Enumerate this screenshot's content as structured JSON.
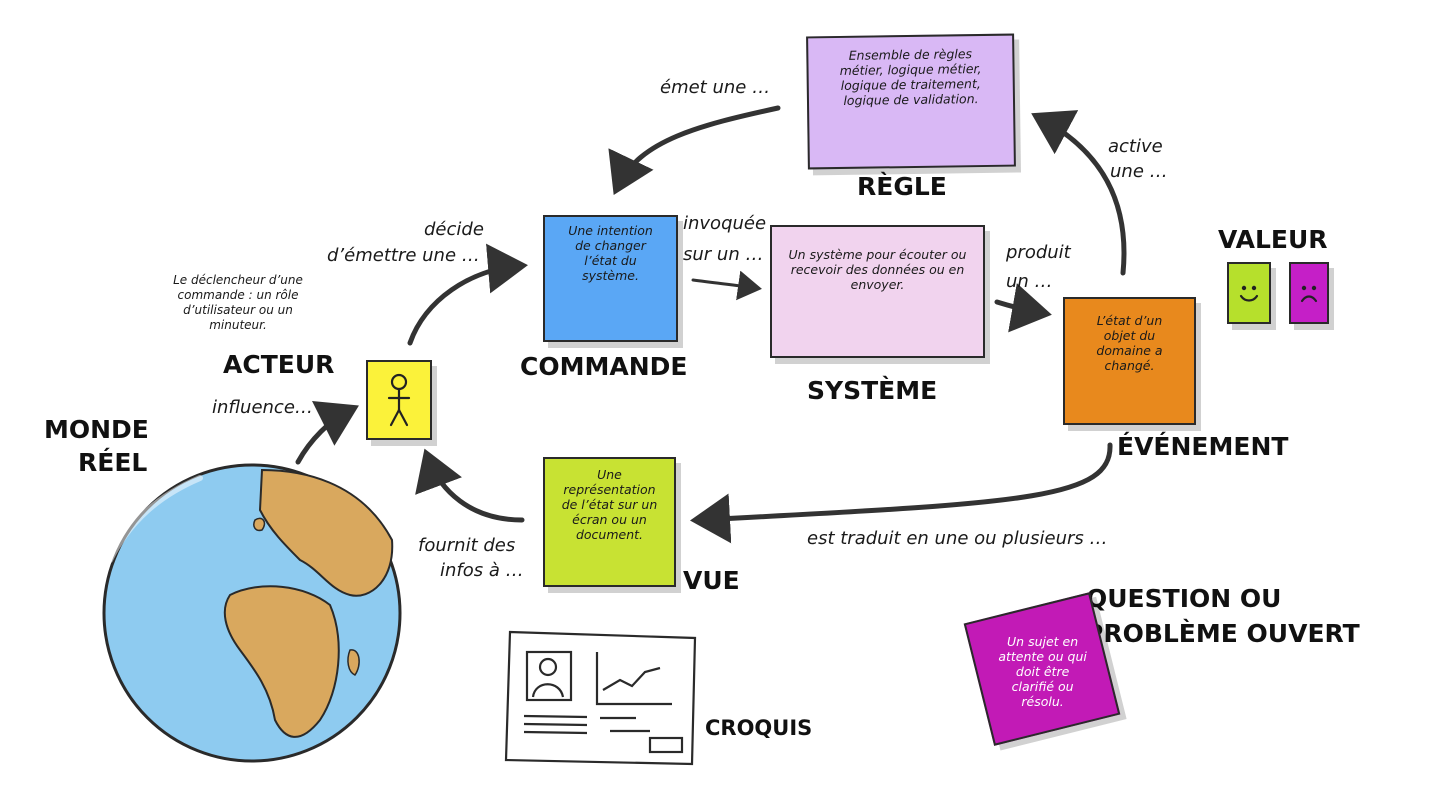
{
  "colors": {
    "rule": "#d9b8f5",
    "command": "#5aa7f5",
    "system": "#f1d3ee",
    "event": "#e8891d",
    "view": "#c8e233",
    "actor": "#fbf23a",
    "value_good": "#b6e02c",
    "value_bad": "#c51fc7",
    "question": "#c21ab6",
    "ocean": "#8ecbf0",
    "land": "#d9a85e"
  },
  "icons": [
    "stick-figure-icon",
    "smiley-icon",
    "frowny-icon",
    "globe-icon",
    "sketch-wireframe-icon"
  ],
  "notes": {
    "rule": "Ensemble de règles métier, logique métier, logique de traitement, logique de validation.",
    "command": "Une intention de changer l’état du système.",
    "system": "Un système pour écouter ou recevoir des données ou en envoyer.",
    "event": "L’état d’un objet du domaine a changé.",
    "view": "Une représentation de l’état sur un écran ou un document.",
    "question": "Un sujet en attente ou qui doit être clarifié ou résolu.",
    "actor": "Le déclencheur d’une commande : un rôle d’utilisateur ou un minuteur."
  },
  "titles": {
    "rule": "RÈGLE",
    "command": "COMMANDE",
    "system": "SYSTÈME",
    "event": "ÉVÉNEMENT",
    "view": "VUE",
    "value": "VALEUR",
    "actor": "ACTEUR",
    "world_1": "MONDE",
    "world_2": "RÉEL",
    "question_1": "QUESTION OU",
    "question_2": "PROBLÈME OUVERT",
    "sketch": "CROQUIS"
  },
  "verbs": {
    "emits_1": "émet une …",
    "activates_1": "active",
    "activates_2": "une …",
    "decides_1": "décide",
    "decides_2": "d’émettre une …",
    "invoked_1": "invoquée",
    "invoked_2": "sur un …",
    "produces_1": "produit",
    "produces_2": "un …",
    "influences": "influence…",
    "provides_1": "fournit des",
    "provides_2": "infos à …",
    "translated": "est traduit en une ou plusieurs …"
  }
}
